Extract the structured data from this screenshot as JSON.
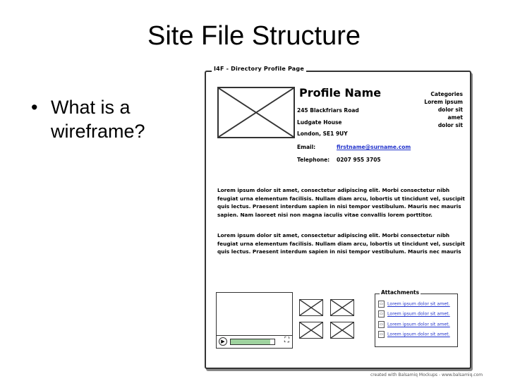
{
  "slide": {
    "title": "Site File Structure",
    "bullets": [
      "What is a wireframe?"
    ]
  },
  "mockup": {
    "window_title": "I4F - Directory Profile Page",
    "profile_name": "Profile Name",
    "address": [
      "245 Blackfriars Road",
      "Ludgate House",
      "London, SE1 9UY"
    ],
    "email_label": "Email:",
    "email_value": "firstname@surname.com",
    "phone_label": "Telephone:",
    "phone_value": "0207 955 3705",
    "categories": [
      "Categories",
      "Lorem ipsum",
      "dolor sit",
      "amet",
      "dolor sit"
    ],
    "paragraph1": [
      "Lorem ipsum dolor sit amet, consectetur adipiscing elit. Morbi consectetur nibh",
      "feugiat urna elementum facilisis. Nullam diam arcu, lobortis ut tincidunt vel, suscipit",
      "quis lectus. Praesent interdum sapien in nisi tempor vestibulum. Mauris nec mauris",
      "sapien. Nam laoreet nisi non magna iaculis vitae convallis lorem porttitor."
    ],
    "paragraph2": [
      "Lorem ipsum dolor sit amet, consectetur adipiscing elit. Morbi consectetur nibh",
      "feugiat urna elementum facilisis. Nullam diam arcu, lobortis ut tincidunt vel, suscipit",
      "quis lectus. Praesent interdum sapien in nisi tempor vestibulum. Mauris nec mauris"
    ],
    "video_progress": 0.9,
    "attachments_title": "Attachments",
    "attachments": [
      "Lorem ipsum dolor sit amet.",
      "Lorem ipsum dolor sit amet.",
      "Lorem ipsum dolor sit amet.",
      "Lorem ipsum dolor sit amet."
    ],
    "progress_color": "#9fd39f",
    "link_color": "#2233cc"
  },
  "credit": "created with Balsamiq Mockups - www.balsamiq.com"
}
